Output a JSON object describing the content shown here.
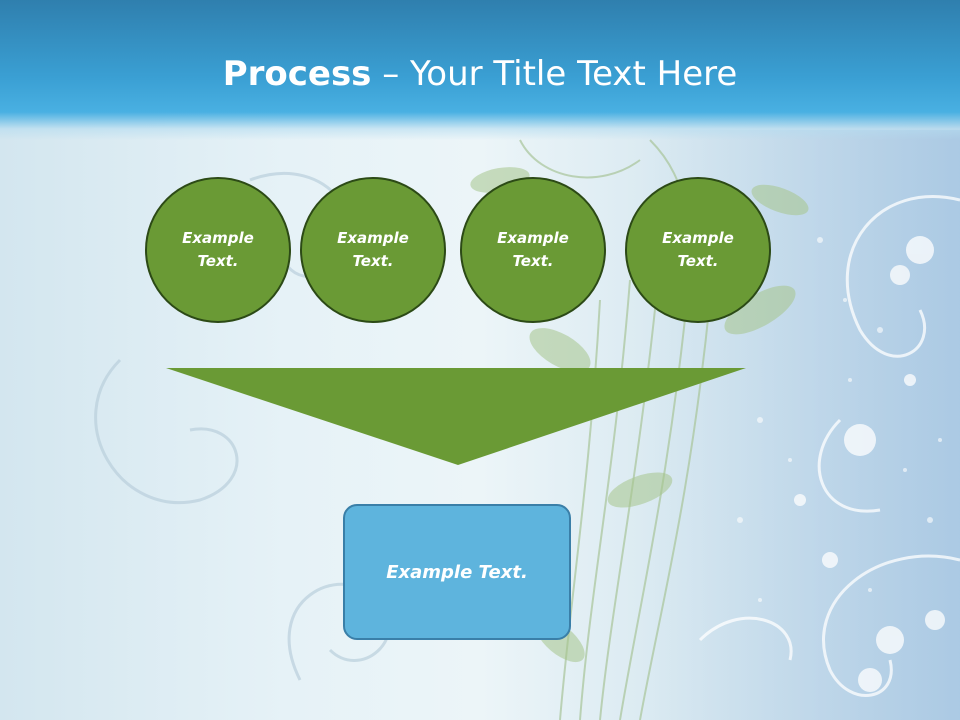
{
  "title": {
    "bold_part": "Process",
    "rest_part": " – Your Title Text Here"
  },
  "circles": [
    {
      "label": "Example Text."
    },
    {
      "label": "Example Text."
    },
    {
      "label": "Example Text."
    },
    {
      "label": "Example Text."
    }
  ],
  "result_box": {
    "label": "Example Text."
  },
  "colors": {
    "header": "#3a9fd3",
    "circle_fill": "#6a9a35",
    "circle_border": "#2c4a16",
    "funnel": "#6a9a35",
    "box_fill": "#5eb4dd",
    "box_border": "#3a7fa8"
  }
}
